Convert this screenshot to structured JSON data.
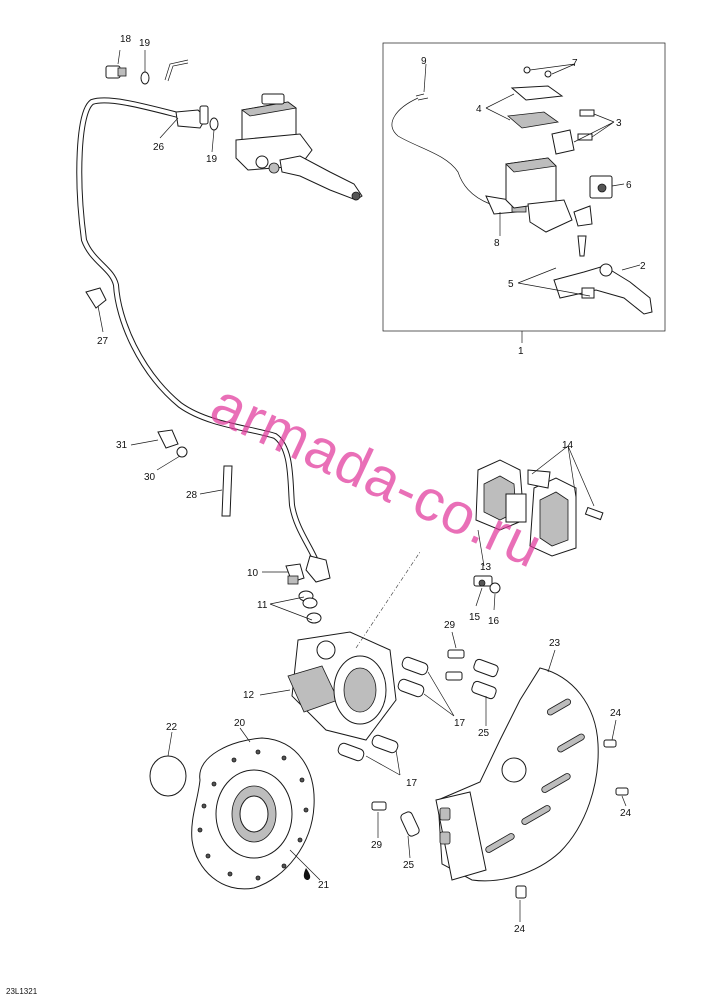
{
  "diagram": {
    "drawing_code": "23L1321",
    "watermark": "armada-co.ru",
    "callouts": {
      "c1": "1",
      "c2": "2",
      "c3": "3",
      "c4": "4",
      "c5": "5",
      "c6": "6",
      "c7": "7",
      "c8": "8",
      "c9": "9",
      "c10": "10",
      "c11": "11",
      "c12": "12",
      "c13": "13",
      "c14": "14",
      "c15": "15",
      "c16": "16",
      "c17a": "17",
      "c17b": "17",
      "c18": "18",
      "c19a": "19",
      "c19b": "19",
      "c20": "20",
      "c21": "21",
      "c22": "22",
      "c23": "23",
      "c24a": "24",
      "c24b": "24",
      "c24c": "24",
      "c25a": "25",
      "c25b": "25",
      "c26": "26",
      "c27": "27",
      "c28": "28",
      "c29a": "29",
      "c29b": "29",
      "c30": "30",
      "c31": "31"
    }
  }
}
